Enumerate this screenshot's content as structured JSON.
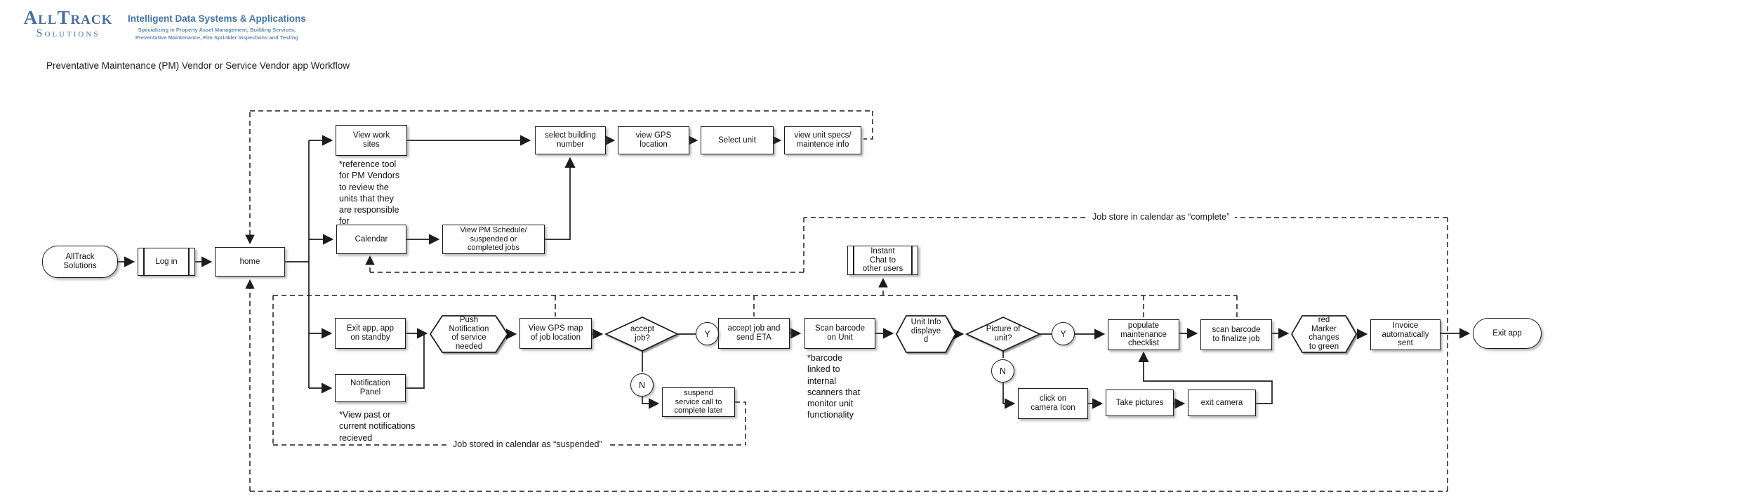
{
  "header": {
    "logo_line1": "AllTrack",
    "logo_line2": "Solutions",
    "tagline_title": "Intelligent Data Systems & Applications",
    "tagline_sub1": "Specializing in Property Asset Management, Building Services,",
    "tagline_sub2": "Preventative Maintenance, Fire Sprinkler Inspections and Testing",
    "page_title": "Preventative Maintenance (PM) Vendor or Service Vendor app Workflow"
  },
  "nodes": {
    "alltrack_start": "AllTrack\nSolutions",
    "login": "Log in",
    "home": "home",
    "view_work_sites": "View work\nsites",
    "calendar": "Calendar",
    "view_pm_schedule": "View PM Schedule/\nsuspended or\ncompleted jobs",
    "select_building": "select building\nnumber",
    "view_gps_location": "view GPS\nlocation",
    "select_unit": "Select unit",
    "view_unit_specs": "view unit specs/\nmaintence info",
    "instant_chat": "Instant\nChat to\nother users",
    "exit_app_standby": "Exit app, app\non standby",
    "view_gps_map": "View GPS map\nof job location",
    "accept_send_eta": "accept job and\nsend ETA",
    "scan_barcode_unit": "Scan barcode\non Unit",
    "notification_panel": "Notification\nPanel",
    "suspend_call": "suspend\nservice call to\ncomplete later",
    "click_camera": "click on\ncamera Icon",
    "take_pictures": "Take pictures",
    "exit_camera": "exit camera",
    "populate_checklist": "populate\nmaintenance\nchecklist",
    "scan_finalize": "scan barcode\nto finalize job",
    "invoice_sent": "Invoice\nautomatically\nsent",
    "exit_app_end": "Exit app"
  },
  "hexagons": {
    "push_notification": "Push\nNotification\nof service\nneeded",
    "unit_info": "Unit Info\ndisplaye\nd",
    "red_marker": "red\nMarker\nchanges\nto green"
  },
  "decisions": {
    "accept_job": "accept\njob?",
    "picture_of_unit": "Picture of\nunit?"
  },
  "circles": {
    "accept_yes": "Y",
    "accept_no": "N",
    "picture_yes": "Y",
    "picture_no": "N"
  },
  "annotations": {
    "reference_tool": "*reference tool\nfor PM Vendors\nto review the\nunits that they\nare responsible\nfor",
    "view_past": "*View past or\ncurrent notifications\nrecieved",
    "barcode_note": "*barcode\nlinked to\ninternal\nscanners that\nmonitor unit\nfunctionality"
  },
  "region_labels": {
    "suspended": "Job stored in calendar as “suspended”",
    "complete": "Job store in calendar as “complete”"
  }
}
